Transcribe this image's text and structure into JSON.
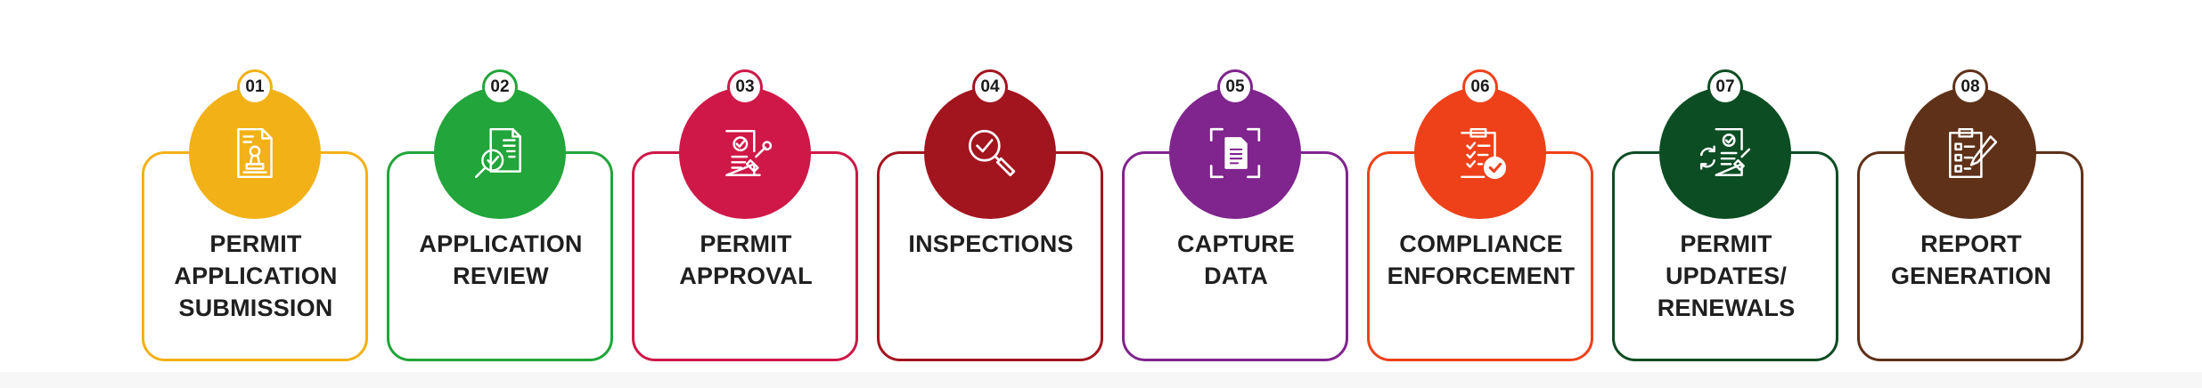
{
  "steps": [
    {
      "number": "01",
      "lines": [
        "PERMIT",
        "APPLICATION",
        "SUBMISSION"
      ],
      "color": "#f2b117",
      "icon": "document-stamp-icon"
    },
    {
      "number": "02",
      "lines": [
        "APPLICATION",
        "REVIEW"
      ],
      "color": "#22a53a",
      "icon": "document-magnifier-check-icon"
    },
    {
      "number": "03",
      "lines": [
        "PERMIT",
        "APPROVAL"
      ],
      "color": "#cf1848",
      "icon": "document-approval-stamp-icon"
    },
    {
      "number": "04",
      "lines": [
        "INSPECTIONS"
      ],
      "color": "#a2151f",
      "icon": "magnifier-check-icon"
    },
    {
      "number": "05",
      "lines": [
        "CAPTURE",
        "DATA"
      ],
      "color": "#80248e",
      "icon": "document-scan-icon"
    },
    {
      "number": "06",
      "lines": [
        "COMPLIANCE",
        "ENFORCEMENT"
      ],
      "color": "#ee4119",
      "icon": "clipboard-check-icon"
    },
    {
      "number": "07",
      "lines": [
        "PERMIT",
        "UPDATES/",
        "RENEWALS"
      ],
      "color": "#0c4d23",
      "icon": "document-renew-stamp-icon"
    },
    {
      "number": "08",
      "lines": [
        "REPORT",
        "GENERATION"
      ],
      "color": "#5f3118",
      "icon": "clipboard-pencil-icon"
    }
  ]
}
